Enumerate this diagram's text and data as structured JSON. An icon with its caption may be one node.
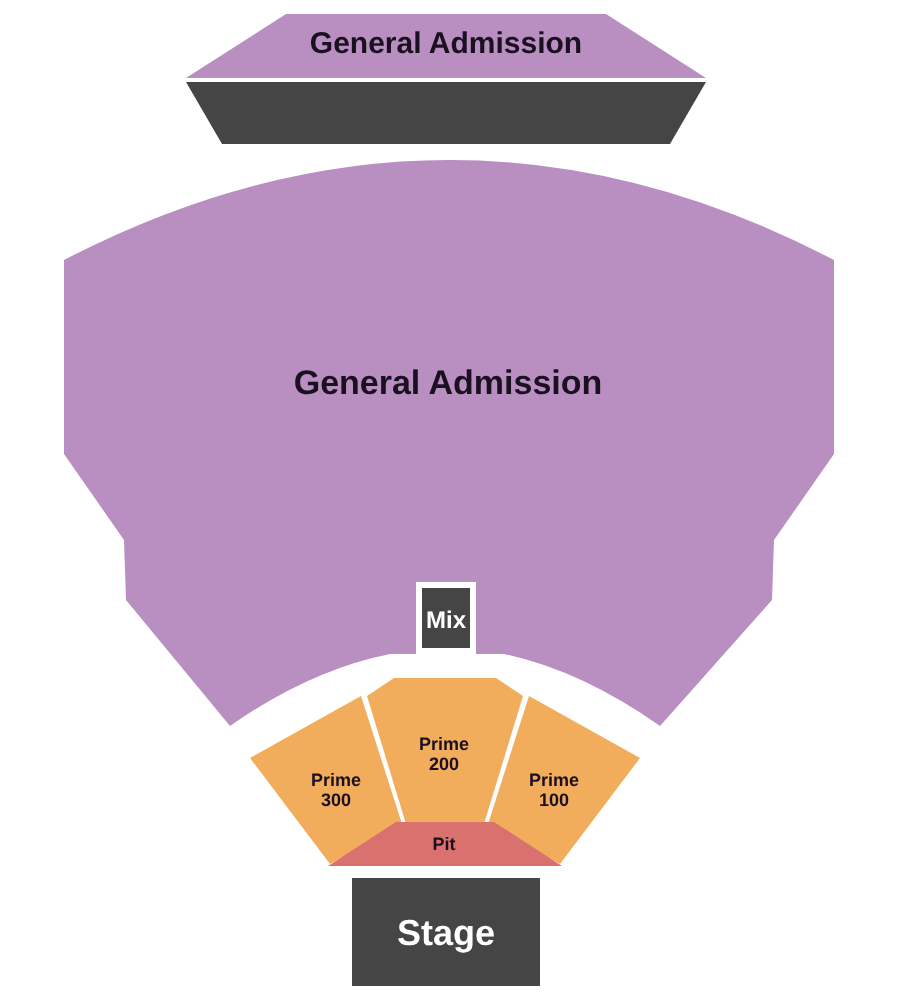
{
  "diagram": {
    "nodes": [
      {
        "text": [
          "General Admission"
        ]
      },
      {
        "text": [
          "General Admission"
        ]
      },
      {
        "text": [
          "Mix"
        ]
      },
      {
        "text": [
          "Prime 200"
        ]
      },
      {
        "text": [
          "Prime 300"
        ]
      },
      {
        "text": [
          "Prime 100"
        ]
      },
      {
        "text": [
          "Pit"
        ]
      },
      {
        "text": [
          "Stage"
        ]
      }
    ]
  }
}
